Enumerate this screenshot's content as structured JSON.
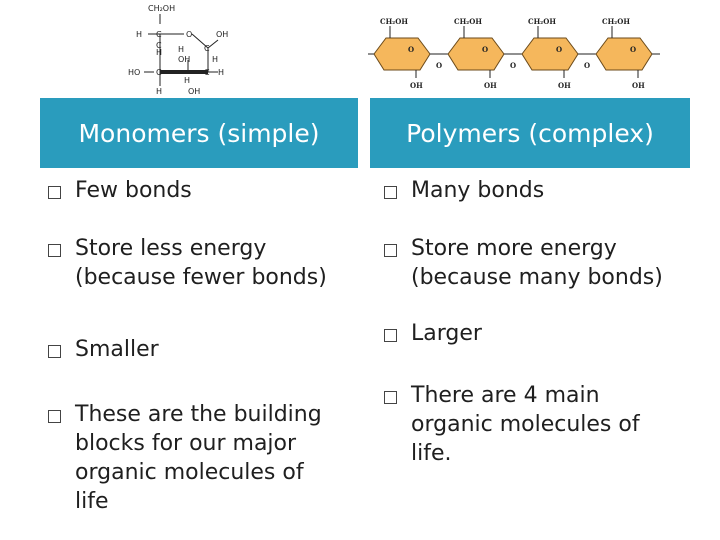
{
  "glucose": {
    "labels": {
      "ch2oh": "CH₂OH",
      "o": "O",
      "h1": "H",
      "c1": "C",
      "c2": "C",
      "h2": "H",
      "oh1": "OH",
      "h3": "H",
      "c3": "C",
      "h4": "H",
      "oh2": "OH",
      "ho": "HO",
      "c4": "C",
      "c5": "C",
      "h5": "H",
      "h6": "H",
      "oh3": "OH",
      "h7": "H"
    }
  },
  "chain": {
    "top_labels": [
      "CH₂OH",
      "CH₂OH",
      "CH₂OH",
      "CH₂OH"
    ],
    "bottom_labels": [
      "OH",
      "OH",
      "OH",
      "OH"
    ],
    "link_label": "O",
    "colors": {
      "ring_fill": "#f5b75c",
      "ring_stroke": "#6b4a1a"
    }
  },
  "headers": {
    "left": "Monomers (simple)",
    "right": "Polymers (complex)"
  },
  "left_items": [
    "Few bonds",
    "Store less energy (because fewer bonds)",
    "Smaller",
    "These are the building blocks for our major organic molecules of life"
  ],
  "right_items": [
    "Many bonds",
    "Store more energy (because many bonds)",
    "Larger",
    "There are 4 main organic molecules of life."
  ],
  "colors": {
    "header_bg": "#2a9cbd",
    "header_text": "#ffffff"
  }
}
